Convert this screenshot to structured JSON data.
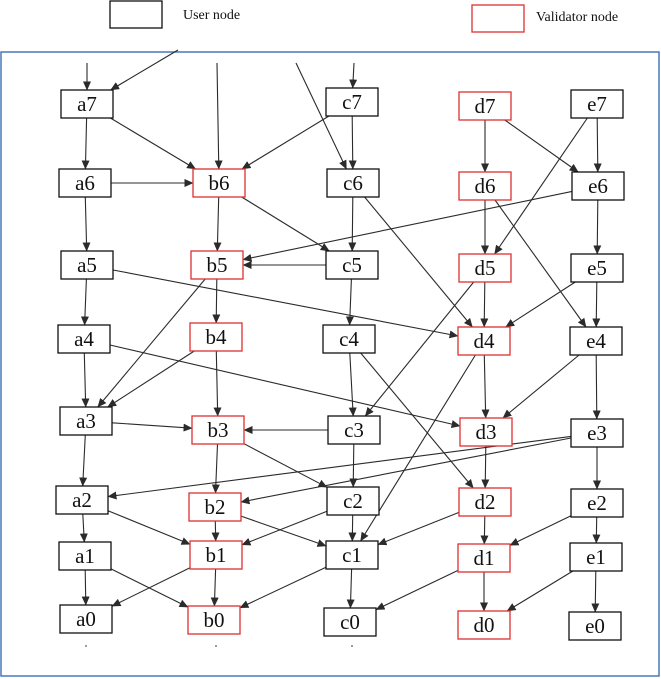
{
  "legend": {
    "user_label": "User node",
    "validator_label": "Validator node"
  },
  "colors": {
    "user": "#111111",
    "validator": "#e03030",
    "frame": "#3a6fb5",
    "edge": "#2b2b2b"
  },
  "nodes": [
    {
      "id": "a7",
      "label": "a7",
      "kind": "user"
    },
    {
      "id": "c7",
      "label": "c7",
      "kind": "user"
    },
    {
      "id": "d7",
      "label": "d7",
      "kind": "validator"
    },
    {
      "id": "e7",
      "label": "e7",
      "kind": "user"
    },
    {
      "id": "a6",
      "label": "a6",
      "kind": "user"
    },
    {
      "id": "b6",
      "label": "b6",
      "kind": "validator"
    },
    {
      "id": "c6",
      "label": "c6",
      "kind": "user"
    },
    {
      "id": "d6",
      "label": "d6",
      "kind": "validator"
    },
    {
      "id": "e6",
      "label": "e6",
      "kind": "user"
    },
    {
      "id": "a5",
      "label": "a5",
      "kind": "user"
    },
    {
      "id": "b5",
      "label": "b5",
      "kind": "validator"
    },
    {
      "id": "c5",
      "label": "c5",
      "kind": "user"
    },
    {
      "id": "d5",
      "label": "d5",
      "kind": "validator"
    },
    {
      "id": "e5",
      "label": "e5",
      "kind": "user"
    },
    {
      "id": "a4",
      "label": "a4",
      "kind": "user"
    },
    {
      "id": "b4",
      "label": "b4",
      "kind": "validator"
    },
    {
      "id": "c4",
      "label": "c4",
      "kind": "user"
    },
    {
      "id": "d4",
      "label": "d4",
      "kind": "validator"
    },
    {
      "id": "e4",
      "label": "e4",
      "kind": "user"
    },
    {
      "id": "a3",
      "label": "a3",
      "kind": "user"
    },
    {
      "id": "b3",
      "label": "b3",
      "kind": "validator"
    },
    {
      "id": "c3",
      "label": "c3",
      "kind": "user"
    },
    {
      "id": "d3",
      "label": "d3",
      "kind": "validator"
    },
    {
      "id": "e3",
      "label": "e3",
      "kind": "user"
    },
    {
      "id": "a2",
      "label": "a2",
      "kind": "user"
    },
    {
      "id": "b2",
      "label": "b2",
      "kind": "validator"
    },
    {
      "id": "c2",
      "label": "c2",
      "kind": "user"
    },
    {
      "id": "d2",
      "label": "d2",
      "kind": "validator"
    },
    {
      "id": "e2",
      "label": "e2",
      "kind": "user"
    },
    {
      "id": "a1",
      "label": "a1",
      "kind": "user"
    },
    {
      "id": "b1",
      "label": "b1",
      "kind": "validator"
    },
    {
      "id": "c1",
      "label": "c1",
      "kind": "user"
    },
    {
      "id": "d1",
      "label": "d1",
      "kind": "validator"
    },
    {
      "id": "e1",
      "label": "e1",
      "kind": "user"
    },
    {
      "id": "a0",
      "label": "a0",
      "kind": "user"
    },
    {
      "id": "b0",
      "label": "b0",
      "kind": "validator"
    },
    {
      "id": "c0",
      "label": "c0",
      "kind": "user"
    },
    {
      "id": "d0",
      "label": "d0",
      "kind": "validator"
    },
    {
      "id": "e0",
      "label": "e0",
      "kind": "user"
    }
  ],
  "edges": [
    [
      "topA",
      "a7"
    ],
    [
      "topB1",
      "a7"
    ],
    [
      "topB2",
      "b6"
    ],
    [
      "topC1",
      "c6"
    ],
    [
      "topC2",
      "c7"
    ],
    [
      "a7",
      "a6"
    ],
    [
      "a7",
      "b6"
    ],
    [
      "c7",
      "b6"
    ],
    [
      "c7",
      "c6"
    ],
    [
      "d7",
      "d6"
    ],
    [
      "d7",
      "e6"
    ],
    [
      "e7",
      "e6"
    ],
    [
      "e7",
      "d5"
    ],
    [
      "a6",
      "b6"
    ],
    [
      "a6",
      "a5"
    ],
    [
      "b6",
      "b5"
    ],
    [
      "b6",
      "c5"
    ],
    [
      "c6",
      "c5"
    ],
    [
      "c6",
      "d4"
    ],
    [
      "d6",
      "d5"
    ],
    [
      "d6",
      "e4"
    ],
    [
      "e6",
      "b5"
    ],
    [
      "e6",
      "e5"
    ],
    [
      "c5",
      "b5"
    ],
    [
      "c5",
      "c4"
    ],
    [
      "a5",
      "a4"
    ],
    [
      "a5",
      "d4"
    ],
    [
      "b5",
      "b4"
    ],
    [
      "b5",
      "a3"
    ],
    [
      "d5",
      "d4"
    ],
    [
      "d5",
      "c3"
    ],
    [
      "e5",
      "d4"
    ],
    [
      "e5",
      "e4"
    ],
    [
      "a4",
      "a3"
    ],
    [
      "a4",
      "d3"
    ],
    [
      "b4",
      "a3"
    ],
    [
      "b4",
      "b3"
    ],
    [
      "c4",
      "c3"
    ],
    [
      "c4",
      "d2"
    ],
    [
      "d4",
      "d3"
    ],
    [
      "d4",
      "c1"
    ],
    [
      "e4",
      "d3"
    ],
    [
      "e4",
      "e3"
    ],
    [
      "a3",
      "b3"
    ],
    [
      "a3",
      "a2"
    ],
    [
      "b3",
      "b2"
    ],
    [
      "b3",
      "c2"
    ],
    [
      "c3",
      "b3"
    ],
    [
      "c3",
      "c2"
    ],
    [
      "d3",
      "d2"
    ],
    [
      "e3",
      "a2"
    ],
    [
      "e3",
      "b2"
    ],
    [
      "e3",
      "e2"
    ],
    [
      "a2",
      "a1"
    ],
    [
      "a2",
      "b1"
    ],
    [
      "b2",
      "b1"
    ],
    [
      "b2",
      "c1"
    ],
    [
      "c2",
      "c1"
    ],
    [
      "c2",
      "b1"
    ],
    [
      "d2",
      "d1"
    ],
    [
      "d2",
      "c1"
    ],
    [
      "e2",
      "d1"
    ],
    [
      "e2",
      "e1"
    ],
    [
      "a1",
      "a0"
    ],
    [
      "a1",
      "b0"
    ],
    [
      "b1",
      "a0"
    ],
    [
      "b1",
      "b0"
    ],
    [
      "c1",
      "c0"
    ],
    [
      "c1",
      "b0"
    ],
    [
      "d1",
      "d0"
    ],
    [
      "d1",
      "c0"
    ],
    [
      "e1",
      "d0"
    ],
    [
      "e1",
      "e0"
    ]
  ]
}
